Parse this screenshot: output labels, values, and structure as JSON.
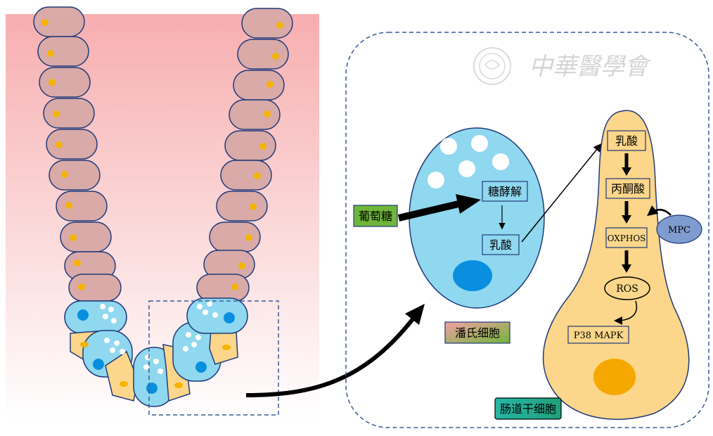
{
  "labels": {
    "glucose": "葡萄糖",
    "glycolysis": "糖酵解",
    "lactate_paneth": "乳酸",
    "paneth_cell": "潘氏细胞",
    "lactate_stem": "乳酸",
    "pyruvate": "丙酮酸",
    "oxphos": "OXPHOS",
    "mpc": "MPC",
    "ros": "ROS",
    "p38": "P38 MAPK",
    "stem_cell": "肠道干细胞"
  },
  "watermark": {
    "text": "中華醫學會"
  },
  "colors": {
    "background_gradient": [
      "#f8b8b8",
      "#ffffff"
    ],
    "epithelial_cell": "#d7a7a4",
    "cell_outline": "#1f3a7a",
    "nucleus_yellow": "#f4b400",
    "paneth_cell": "#8fd8ef",
    "paneth_nucleus": "#0a8fe0",
    "stem_cell": "#fcd68a",
    "stem_nucleus": "#f5a800",
    "glucose_box": "#6fb53a",
    "mpc_ellipse": "#7f9cd0",
    "stem_label_box": "#2db89a",
    "arrow": "#000000"
  }
}
